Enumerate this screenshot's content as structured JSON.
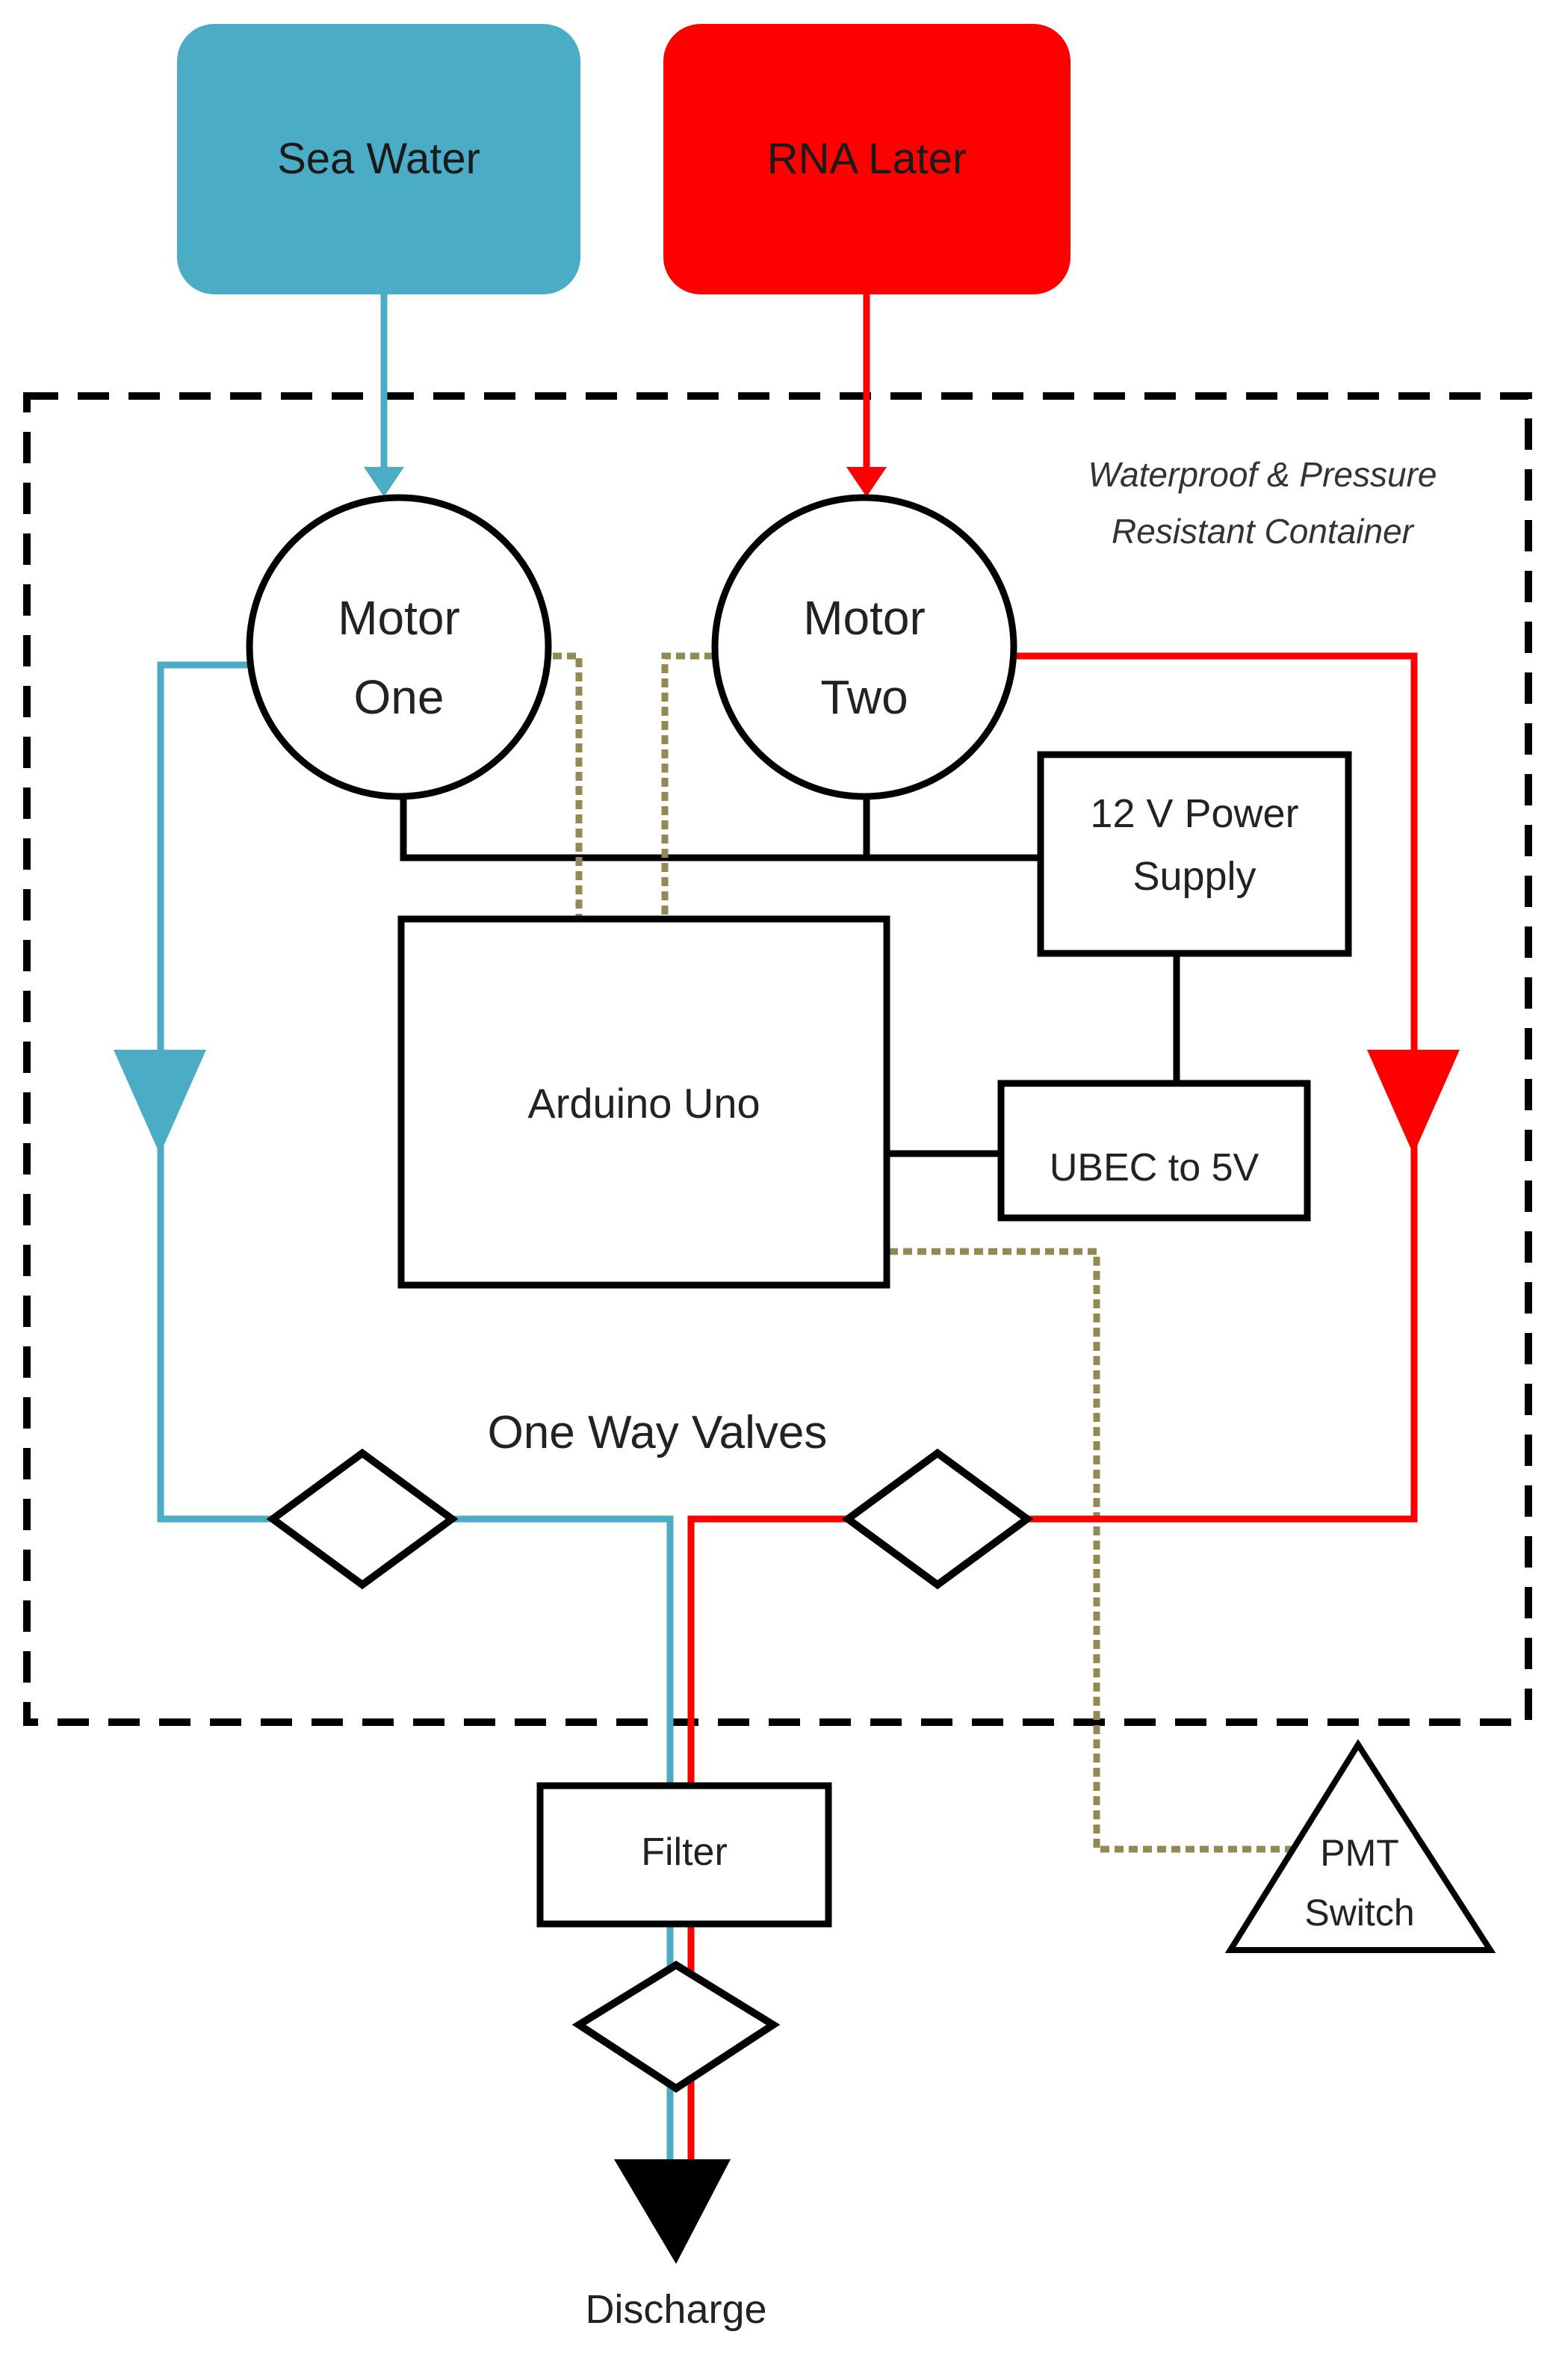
{
  "colors": {
    "sea_water": "#4bacc6",
    "rna_later": "#ff0000",
    "wire": "#000000",
    "signal": "#938953"
  },
  "sources": {
    "sea_water": "Sea Water",
    "rna_later": "RNA Later"
  },
  "container_label": "Waterproof & Pressure\nResistant Container",
  "motors": {
    "one": "Motor\nOne",
    "two": "Motor\nTwo"
  },
  "power_supply": "12 V Power\nSupply",
  "controller": "Arduino Uno",
  "ubec": "UBEC to 5V",
  "valves_label": "One Way Valves",
  "filter": "Filter",
  "switch": "PMT\nSwitch",
  "discharge": "Discharge"
}
